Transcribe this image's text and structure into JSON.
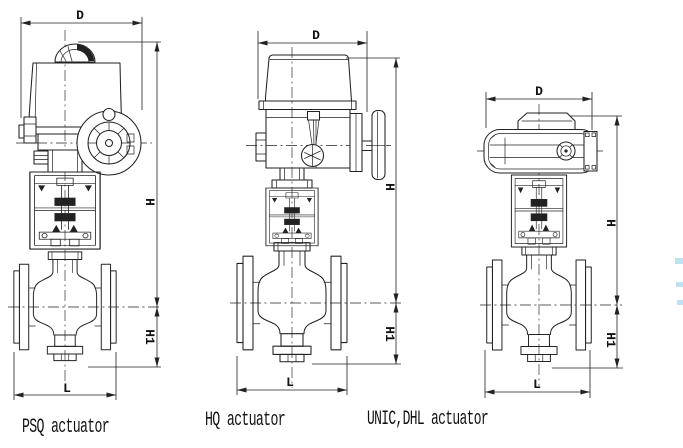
{
  "drawing": {
    "background": "#ffffff",
    "line_color": "#222222",
    "artifact_color": "#a8d7f0"
  },
  "figures": [
    {
      "caption": "PSQ actuator",
      "dims": {
        "d": "D",
        "h": "H",
        "h1": "H1",
        "l": "L"
      }
    },
    {
      "caption": "HQ actuator",
      "dims": {
        "d": "D",
        "h": "H",
        "h1": "H1",
        "l": "L"
      }
    },
    {
      "caption": "UNIC,DHL actuator",
      "dims": {
        "d": "D",
        "h": "H",
        "h1": "H1",
        "l": "L"
      }
    }
  ]
}
